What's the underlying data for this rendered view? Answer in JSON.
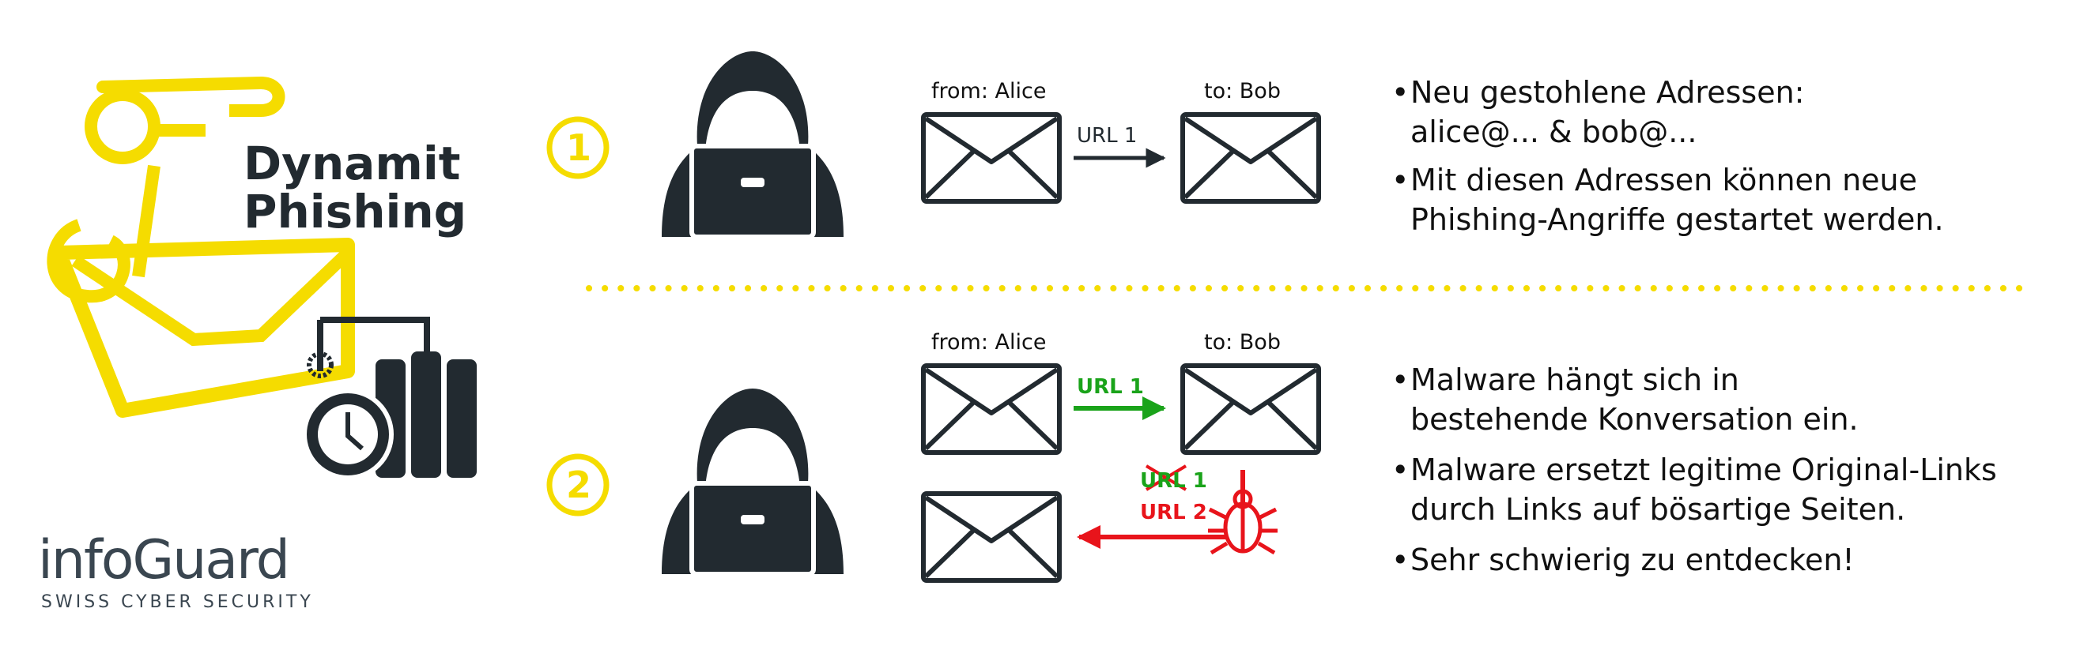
{
  "title": {
    "line1": "Dynamit",
    "line2": "Phishing"
  },
  "logo": {
    "brand": "infoGuard",
    "tagline": "SWISS CYBER SECURITY"
  },
  "colors": {
    "yellow": "#f5dc00",
    "dark": "#222a30",
    "green": "#1aa31a",
    "red": "#e8141b"
  },
  "scenario1": {
    "number": "1",
    "from": "from: Alice",
    "to": "to: Bob",
    "url": "URL 1",
    "bullets": [
      "Neu gestohlene Adressen:",
      "alice@... & bob@...",
      "Mit diesen Adressen können neue",
      "Phishing-Angriffe gestartet werden."
    ]
  },
  "scenario2": {
    "number": "2",
    "from": "from: Alice",
    "to": "to: Bob",
    "url_forward": "URL 1",
    "url_crossed": "URL 1",
    "url_replaced": "URL 2",
    "bullets": [
      "Malware hängt sich in",
      "bestehende Konversation ein.",
      "Malware ersetzt legitime Original-Links",
      "durch Links auf bösartige Seiten.",
      "Sehr schwierig zu entdecken!"
    ]
  }
}
